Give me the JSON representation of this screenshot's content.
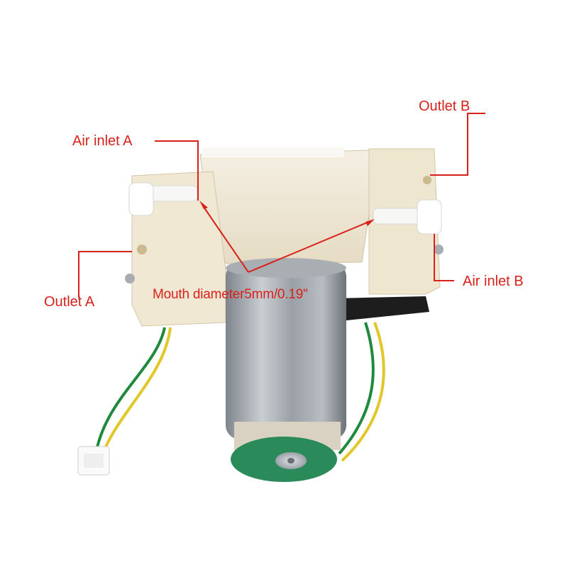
{
  "labels": {
    "outlet_b": "Outlet B",
    "air_inlet_a": "Air inlet A",
    "outlet_a": "Outlet A",
    "air_inlet_b": "Air inlet  B",
    "mouth_diameter": "Mouth diameter5mm/0.19\""
  },
  "colors": {
    "annotation": "#d9211b",
    "background": "#ffffff"
  }
}
